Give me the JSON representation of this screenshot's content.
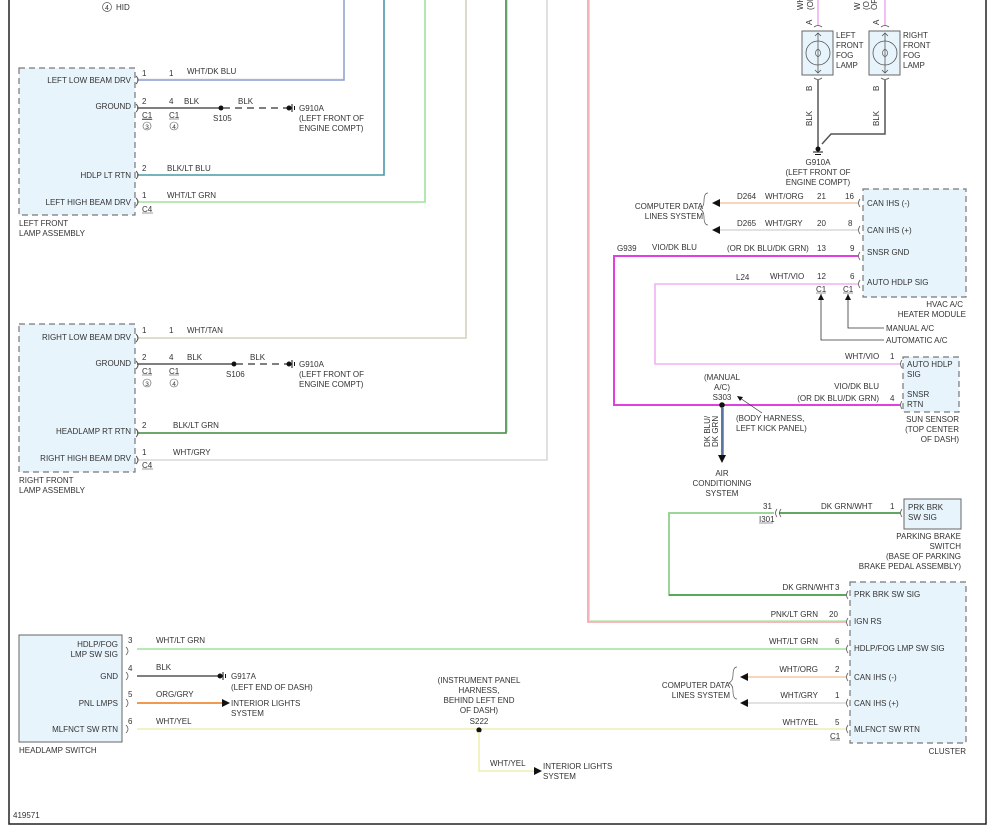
{
  "diagram": {
    "figure_id": "419571",
    "top_note": "HID",
    "top_note_circle": "4",
    "colors": {
      "wht_dk_blu": "#8a9bd0",
      "blk_lt_blu": "#4a9aa8",
      "wht_lt_grn": "#9fe39a",
      "wht_tan": "#d8d0bc",
      "blk_lt_grn": "#3f8a3f",
      "wht_gry": "#d8d8d8",
      "pnk_lt_grn": "#f0a0a8",
      "vio_dk_blu": "#e040e0",
      "wht_vio": "#f0b0f0",
      "wht_org": "#f3c9a3",
      "dk_grn_wht": "#2e8a2e",
      "org_gry": "#f09a50",
      "wht_yel": "#f0eeb0",
      "blk": "#555555",
      "component_fill": "#e8f4fb"
    },
    "left_front_lamp": {
      "name_line1": "LEFT FRONT",
      "name_line2": "LAMP ASSEMBLY",
      "pins": [
        {
          "label": "LEFT LOW BEAM DRV",
          "pin": "1",
          "pin2": "1",
          "wire": "WHT/DK BLU"
        },
        {
          "label": "GROUND",
          "pin": "2",
          "pin2": "4",
          "wire": "BLK",
          "wire2": "BLK"
        },
        {
          "label": "HDLP LT RTN",
          "pin": "2",
          "wire": "BLK/LT BLU"
        },
        {
          "label": "LEFT HIGH BEAM DRV",
          "pin": "1",
          "wire": "WHT/LT GRN"
        }
      ],
      "conn_a": "C1",
      "conn_a_circle": "3",
      "conn_b": "C1",
      "conn_b_circle": "4",
      "conn_c": "C4",
      "splice": "S105",
      "ground": "G910A",
      "ground_loc1": "(LEFT FRONT OF",
      "ground_loc2": "ENGINE COMPT)"
    },
    "right_front_lamp": {
      "name_line1": "RIGHT FRONT",
      "name_line2": "LAMP ASSEMBLY",
      "pins": [
        {
          "label": "RIGHT LOW BEAM DRV",
          "pin": "1",
          "pin2": "1",
          "wire": "WHT/TAN"
        },
        {
          "label": "GROUND",
          "pin": "2",
          "pin2": "4",
          "wire": "BLK",
          "wire2": "BLK"
        },
        {
          "label": "HEADLAMP RT RTN",
          "pin": "2",
          "wire": "BLK/LT GRN"
        },
        {
          "label": "RIGHT HIGH BEAM DRV",
          "pin": "1",
          "wire": "WHT/GRY"
        }
      ],
      "conn_a": "C1",
      "conn_a_circle": "3",
      "conn_b": "C1",
      "conn_b_circle": "4",
      "conn_c": "C4",
      "splice": "S106",
      "ground": "G910A",
      "ground_loc1": "(LEFT FRONT OF",
      "ground_loc2": "ENGINE COMPT)"
    },
    "fog_lamps": {
      "left": {
        "name": [
          "LEFT",
          "FRONT",
          "FOG",
          "LAMP"
        ],
        "pin_a": "A",
        "pin_b": "B",
        "wire_top": "WH",
        "wire_top2": "(OR",
        "wire_bottom": "BLK"
      },
      "right": {
        "name": [
          "RIGHT",
          "FRONT",
          "FOG",
          "LAMP"
        ],
        "pin_a": "A",
        "pin_b": "B",
        "wire_top": "W",
        "wire_top2": "(O",
        "wire_top3": "OF",
        "wire_bottom": "BLK"
      },
      "ground": "G910A",
      "ground_loc1": "(LEFT FRONT OF",
      "ground_loc2": "ENGINE COMPT)"
    },
    "hvac_module": {
      "name_line1": "HVAC A/C",
      "name_line2": "HEATER MODULE",
      "data_lines_line1": "COMPUTER DATA",
      "data_lines_line2": "LINES SYSTEM",
      "pins": [
        {
          "label": "CAN IHS (-)",
          "pin": "16",
          "circuit": "D264",
          "wire": "WHT/ORG",
          "pin2": "21"
        },
        {
          "label": "CAN IHS (+)",
          "pin": "8",
          "circuit": "D265",
          "wire": "WHT/GRY",
          "pin2": "20"
        },
        {
          "label": "SNSR GND",
          "pin": "9",
          "circuit": "G939",
          "wire": "VIO/DK BLU",
          "alt_wire": "(OR DK BLU/DK GRN)",
          "pin2": "13"
        },
        {
          "label": "AUTO HDLP SIG",
          "pin": "6",
          "circuit": "L24",
          "wire": "WHT/VIO",
          "pin2": "12"
        }
      ],
      "conn_left": "C1",
      "conn_right": "C1",
      "manual_ac": "MANUAL A/C",
      "automatic_ac": "AUTOMATIC A/C"
    },
    "sun_sensor": {
      "name_line1": "SUN SENSOR",
      "name_line2": "(TOP CENTER",
      "name_line3": "OF DASH)",
      "pins": [
        {
          "label_line1": "AUTO HDLP",
          "label_line2": "SIG",
          "pin": "1",
          "wire": "WHT/VIO"
        },
        {
          "label_line1": "SNSR",
          "label_line2": "RTN",
          "pin": "4",
          "wire": "VIO/DK BLU",
          "alt_wire": "(OR DK BLU/DK GRN)"
        }
      ]
    },
    "splice_s303": {
      "note_line1": "(MANUAL",
      "note_line2": "A/C)",
      "id": "S303",
      "loc_line1": "(BODY HARNESS,",
      "loc_line2": "LEFT KICK PANEL)",
      "wire_line1": "DK BLU/",
      "wire_line2": "DK GRN",
      "dest_line1": "AIR",
      "dest_line2": "CONDITIONING",
      "dest_line3": "SYSTEM"
    },
    "parking_brake": {
      "label_line1": "PRK BRK",
      "label_line2": "SW SIG",
      "pin": "1",
      "wire": "DK GRN/WHT",
      "inline_pin": "31",
      "inline_conn": "I301",
      "name_line1": "PARKING BRAKE",
      "name_line2": "SWITCH",
      "name_line3": "(BASE OF PARKING",
      "name_line4": "BRAKE PEDAL ASSEMBLY)"
    },
    "cluster": {
      "name": "CLUSTER",
      "data_lines_line1": "COMPUTER DATA",
      "data_lines_line2": "LINES SYSTEM",
      "pins": [
        {
          "label": "PRK BRK SW SIG",
          "pin": "3",
          "wire": "DK GRN/WHT"
        },
        {
          "label": "IGN RS",
          "pin": "20",
          "wire": "PNK/LT GRN"
        },
        {
          "label": "HDLP/FOG LMP SW SIG",
          "pin": "6",
          "wire": "WHT/LT GRN"
        },
        {
          "label": "CAN IHS (-)",
          "pin": "2",
          "wire": "WHT/ORG"
        },
        {
          "label": "CAN IHS (+)",
          "pin": "1",
          "wire": "WHT/GRY"
        },
        {
          "label": "MLFNCT SW RTN",
          "pin": "5",
          "wire": "WHT/YEL"
        }
      ],
      "conn": "C1"
    },
    "headlamp_switch": {
      "name": "HEADLAMP SWITCH",
      "pins": [
        {
          "label_line1": "HDLP/FOG",
          "label_line2": "LMP SW SIG",
          "pin": "3",
          "wire": "WHT/LT GRN"
        },
        {
          "label": "GND",
          "pin": "4",
          "wire": "BLK"
        },
        {
          "label": "PNL LMPS",
          "pin": "5",
          "wire": "ORG/GRY"
        },
        {
          "label": "MLFNCT SW RTN",
          "pin": "6",
          "wire": "WHT/YEL"
        }
      ],
      "ground": "G917A",
      "ground_loc": "(LEFT END OF DASH)",
      "dest_line1": "INTERIOR LIGHTS",
      "dest_line2": "SYSTEM"
    },
    "splice_s222": {
      "loc_line1": "(INSTRUMENT PANEL",
      "loc_line2": "HARNESS,",
      "loc_line3": "BEHIND LEFT END",
      "loc_line4": "OF DASH)",
      "id": "S222",
      "wire": "WHT/YEL",
      "dest_line1": "INTERIOR LIGHTS",
      "dest_line2": "SYSTEM"
    }
  }
}
